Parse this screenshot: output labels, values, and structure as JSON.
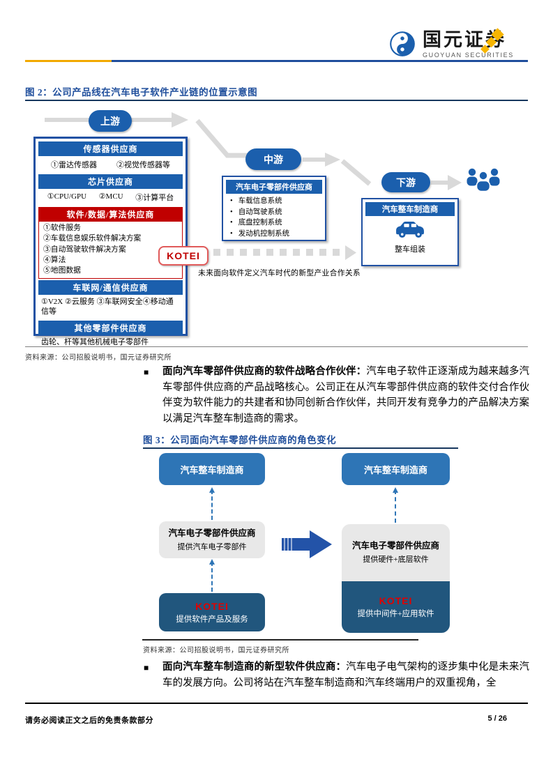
{
  "header": {
    "brand_cn": "国元证券",
    "brand_en": "GUOYUAN SECURITIES"
  },
  "figure2": {
    "title": "图 2：公司产品线在汽车电子软件产业链的位置示意图",
    "stages": {
      "upstream": "上游",
      "midstream": "中游",
      "downstream": "下游"
    },
    "supplier_panel": {
      "sections": [
        {
          "header": "传感器供应商",
          "items": [
            "①雷达传感器",
            "②视觉传感器等"
          ]
        },
        {
          "header": "芯片供应商",
          "items": [
            "①CPU/GPU",
            "②MCU",
            "③计算平台"
          ]
        },
        {
          "header": "软件/数据/算法供应商",
          "items": [
            "①软件服务",
            "②车载信息娱乐软件解决方案",
            "③自动驾驶软件解决方案",
            "④算法",
            "⑤地图数据"
          ]
        },
        {
          "header": "车联网/通信供应商",
          "items": [
            "①V2X ②云服务 ③车联网安全④移动通信等"
          ]
        },
        {
          "header": "其他零部件供应商",
          "items": [
            "齿轮、杆等其他机械电子零部件"
          ]
        }
      ]
    },
    "tier1_panel": {
      "header": "汽车电子零部件供应商",
      "items": [
        "车载信息系统",
        "自动驾驶系统",
        "底盘控制系统",
        "发动机控制系统"
      ]
    },
    "oem_panel": {
      "header": "汽车整车制造商",
      "caption": "整车组装"
    },
    "kotei_label": "KOTEI",
    "dashed_note": "未来面向软件定义汽车时代的新型产业合作关系",
    "source": "资料来源：公司招股说明书，国元证券研究所"
  },
  "paragraph1": {
    "bullet": "■",
    "lead": "面向汽车零部件供应商的软件战略合作伙伴：",
    "body": "汽车电子软件正逐渐成为越来越多汽车零部件供应商的产品战略核心。公司正在从汽车零部件供应商的软件交付合作伙伴变为软件能力的共建者和协同创新合作伙伴，共同开发有竞争力的产品解决方案以满足汽车整车制造商的需求。"
  },
  "figure3": {
    "title": "图 3：公司面向汽车零部件供应商的角色变化",
    "left": {
      "oem": "汽车整车制造商",
      "tier1_title": "汽车电子零部件供应商",
      "tier1_sub": "提供汽车电子零部件",
      "kotei": "KOTEI",
      "kotei_sub": "提供软件产品及服务"
    },
    "right": {
      "oem": "汽车整车制造商",
      "tier1_title": "汽车电子零部件供应商",
      "tier1_sub": "提供硬件+底层软件",
      "kotei": "KOTEI",
      "kotei_sub": "提供中间件+应用软件"
    },
    "source": "资料来源：公司招股说明书，国元证券研究所"
  },
  "paragraph2": {
    "bullet": "■",
    "lead": "面向汽车整车制造商的新型软件供应商：",
    "body": "汽车电子电气架构的逐步集中化是未来汽车的发展方向。公司将站在汽车整车制造商和汽车终端用户的双重视角，全"
  },
  "footer": {
    "disclaimer": "请务必阅读正文之后的免责条款部分",
    "page": "5 / 26"
  },
  "colors": {
    "brand_blue": "#1B5FAD",
    "dark_blue": "#1F4E9C",
    "header_red": "#C00000",
    "gold": "#F7B500",
    "box_mid_blue": "#2E75B6",
    "box_dark_blue": "#21567D",
    "connector_gray": "#D9D9D9",
    "kotei_red": "#E00000"
  }
}
